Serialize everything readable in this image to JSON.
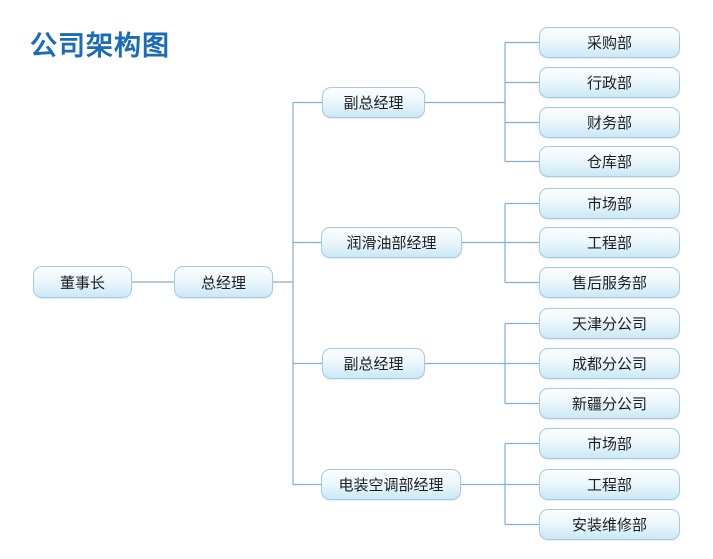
{
  "title": "公司架构图",
  "colors": {
    "title_text": "#1a6bba",
    "box_border": "#a6cbe1",
    "box_fill_top": "#fcfeff",
    "box_fill_bottom": "#cbe8f6",
    "box_text": "#1e1e1e",
    "connector": "#86aece",
    "background": "#ffffff"
  },
  "org_chart": {
    "type": "org-tree",
    "nodes": {
      "chairman": {
        "label": "董事长"
      },
      "gm": {
        "label": "总经理"
      },
      "dgm1": {
        "label": "副总经理"
      },
      "lube_mgr": {
        "label": "润滑油部经理"
      },
      "dgm2": {
        "label": "副总经理"
      },
      "denso_mgr": {
        "label": "电装空调部经理"
      },
      "a1": {
        "label": "采购部"
      },
      "a2": {
        "label": "行政部"
      },
      "a3": {
        "label": "财务部"
      },
      "a4": {
        "label": "仓库部"
      },
      "b1": {
        "label": "市场部"
      },
      "b2": {
        "label": "工程部"
      },
      "b3": {
        "label": "售后服务部"
      },
      "c1": {
        "label": "天津分公司"
      },
      "c2": {
        "label": "成都分公司"
      },
      "c3": {
        "label": "新疆分公司"
      },
      "d1": {
        "label": "市场部"
      },
      "d2": {
        "label": "工程部"
      },
      "d3": {
        "label": "安装维修部"
      }
    },
    "edges": [
      [
        "chairman",
        "gm"
      ],
      [
        "gm",
        "dgm1"
      ],
      [
        "gm",
        "lube_mgr"
      ],
      [
        "gm",
        "dgm2"
      ],
      [
        "gm",
        "denso_mgr"
      ],
      [
        "dgm1",
        "a1"
      ],
      [
        "dgm1",
        "a2"
      ],
      [
        "dgm1",
        "a3"
      ],
      [
        "dgm1",
        "a4"
      ],
      [
        "lube_mgr",
        "b1"
      ],
      [
        "lube_mgr",
        "b2"
      ],
      [
        "lube_mgr",
        "b3"
      ],
      [
        "dgm2",
        "c1"
      ],
      [
        "dgm2",
        "c2"
      ],
      [
        "dgm2",
        "c3"
      ],
      [
        "denso_mgr",
        "d1"
      ],
      [
        "denso_mgr",
        "d2"
      ],
      [
        "denso_mgr",
        "d3"
      ]
    ]
  }
}
